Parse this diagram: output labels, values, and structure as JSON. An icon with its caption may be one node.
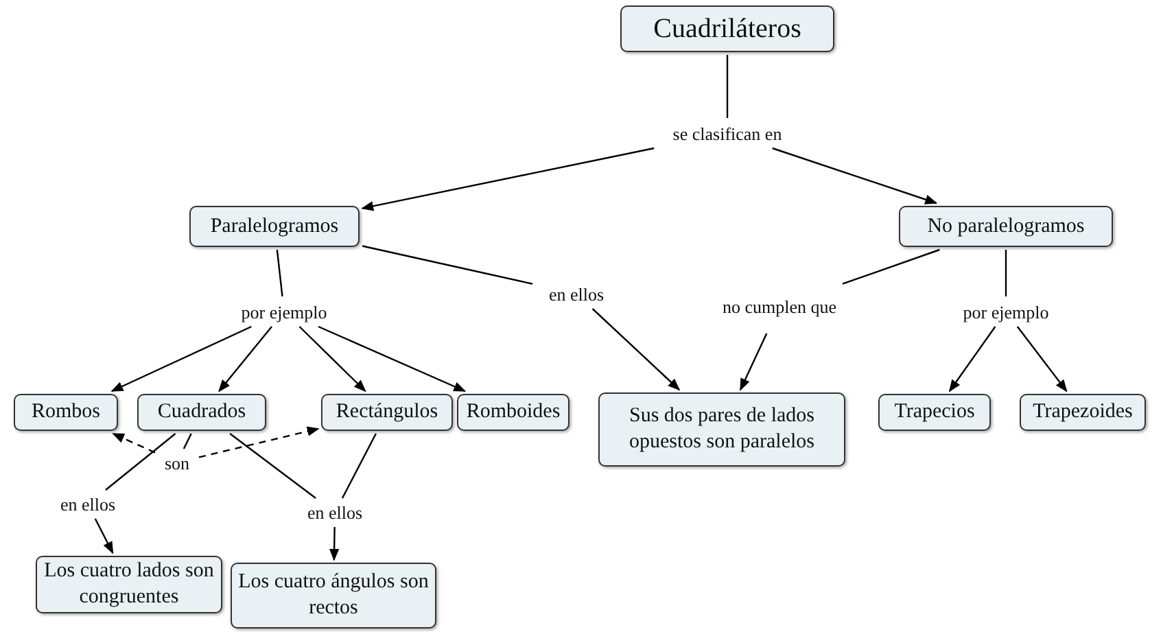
{
  "diagram": {
    "nodes": [
      {
        "text": [
          "Cuadriláteros"
        ]
      },
      {
        "text": [
          "se clasifican en"
        ]
      },
      {
        "text": [
          "Paralelogramos"
        ]
      },
      {
        "text": [
          "No paralelogramos"
        ]
      },
      {
        "text": [
          "por ejemplo"
        ]
      },
      {
        "text": [
          "en ellos"
        ]
      },
      {
        "text": [
          "no cumplen que"
        ]
      },
      {
        "text": [
          "por ejemplo"
        ]
      },
      {
        "text": [
          "Rombos"
        ]
      },
      {
        "text": [
          "Cuadrados"
        ]
      },
      {
        "text": [
          "Rectángulos"
        ]
      },
      {
        "text": [
          "Romboides"
        ]
      },
      {
        "text": [
          "Sus dos pares de lados opuestos son paralelos"
        ]
      },
      {
        "text": [
          "Trapecios"
        ]
      },
      {
        "text": [
          "Trapezoides"
        ]
      },
      {
        "text": [
          "son"
        ]
      },
      {
        "text": [
          "en ellos"
        ]
      },
      {
        "text": [
          "en ellos"
        ]
      },
      {
        "text": [
          "Los cuatro lados son congruentes"
        ]
      },
      {
        "text": [
          "Los cuatro ángulos son rectos"
        ]
      }
    ],
    "edges": [
      {
        "from": 0,
        "to": 1,
        "arrow": "none"
      },
      {
        "from": 1,
        "to": 2,
        "arrow": "to"
      },
      {
        "from": 1,
        "to": 3,
        "arrow": "to"
      },
      {
        "from": 2,
        "to": 4,
        "arrow": "none"
      },
      {
        "from": 4,
        "to": 8,
        "arrow": "to"
      },
      {
        "from": 4,
        "to": 9,
        "arrow": "to"
      },
      {
        "from": 4,
        "to": 10,
        "arrow": "to"
      },
      {
        "from": 4,
        "to": 11,
        "arrow": "to"
      },
      {
        "from": 2,
        "to": 5,
        "arrow": "none"
      },
      {
        "from": 5,
        "to": 12,
        "arrow": "to"
      },
      {
        "from": 3,
        "to": 6,
        "arrow": "none"
      },
      {
        "from": 6,
        "to": 12,
        "arrow": "to"
      },
      {
        "from": 3,
        "to": 7,
        "arrow": "none"
      },
      {
        "from": 7,
        "to": 13,
        "arrow": "to"
      },
      {
        "from": 7,
        "to": 14,
        "arrow": "to"
      },
      {
        "from": 9,
        "to": 15,
        "arrow": "none"
      },
      {
        "from": 15,
        "to": 8,
        "arrow": "to",
        "style": "dashed"
      },
      {
        "from": 15,
        "to": 10,
        "arrow": "to",
        "style": "dashed"
      },
      {
        "from": 9,
        "to": 16,
        "arrow": "none"
      },
      {
        "from": 16,
        "to": 18,
        "arrow": "to"
      },
      {
        "from": 9,
        "to": 17,
        "arrow": "none"
      },
      {
        "from": 10,
        "to": 17,
        "arrow": "none"
      },
      {
        "from": 17,
        "to": 19,
        "arrow": "to"
      }
    ]
  }
}
